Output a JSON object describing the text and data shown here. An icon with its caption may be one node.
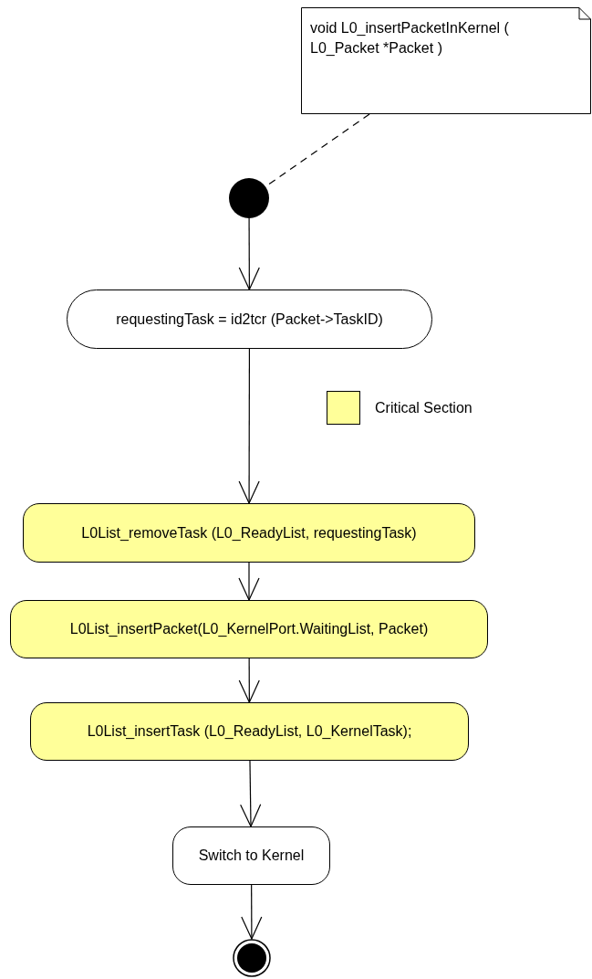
{
  "diagram": {
    "nodes": [
      {
        "text": [
          "void L0_insertPacketInKernel ( L0_Packet *Packet )"
        ]
      },
      {
        "text": [],
        "shape": "circle"
      },
      {
        "text": [
          "requestingTask = id2tcr (Packet->TaskID)"
        ]
      },
      {
        "text": [
          "L0List_removeTask (L0_ReadyList, requestingTask)"
        ]
      },
      {
        "text": [
          "L0List_insertPacket(L0_KernelPort.WaitingList, Packet)"
        ]
      },
      {
        "text": [
          "L0List_insertTask (L0_ReadyList, L0_KernelTask);"
        ]
      },
      {
        "text": [
          "Switch to Kernel"
        ]
      },
      {
        "text": [],
        "shape": "bullseye"
      }
    ],
    "edges": [
      {
        "from": 0,
        "to": 1,
        "arrow": "none",
        "style": "dashed"
      },
      {
        "from": 1,
        "to": 2,
        "arrow": "to"
      },
      {
        "from": 2,
        "to": 3,
        "arrow": "to"
      },
      {
        "from": 3,
        "to": 4,
        "arrow": "to"
      },
      {
        "from": 4,
        "to": 5,
        "arrow": "to"
      },
      {
        "from": 5,
        "to": 6,
        "arrow": "to"
      },
      {
        "from": 6,
        "to": 7,
        "arrow": "to"
      }
    ],
    "legend": [
      {
        "text": "Critical Section",
        "color": "#ffff99"
      }
    ]
  }
}
